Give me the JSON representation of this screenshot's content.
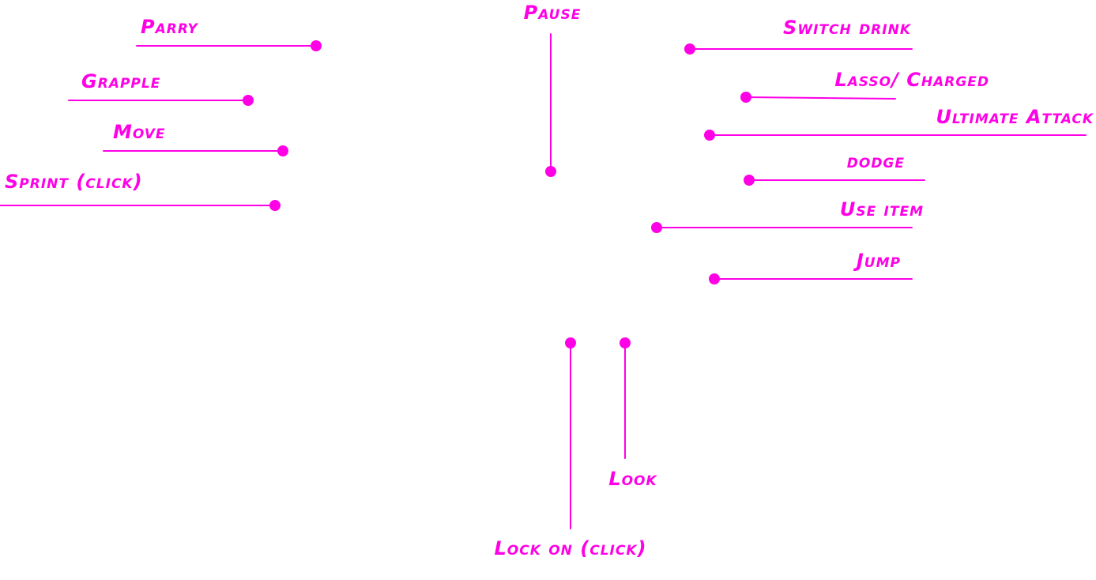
{
  "accent_color": "#ff00e6",
  "labels": {
    "parry": "Parry",
    "grapple": "Grapple",
    "move": "Move",
    "sprint": "Sprint (click)",
    "pause": "Pause",
    "switch_drink": "Switch drink",
    "lasso_charged": "Lasso/ Charged",
    "ultimate_attack": "Ultimate Attack",
    "dodge": "dodge",
    "use_item": "Use item",
    "jump": "Jump",
    "look": "Look",
    "lock_on": "Lock on (click)"
  }
}
